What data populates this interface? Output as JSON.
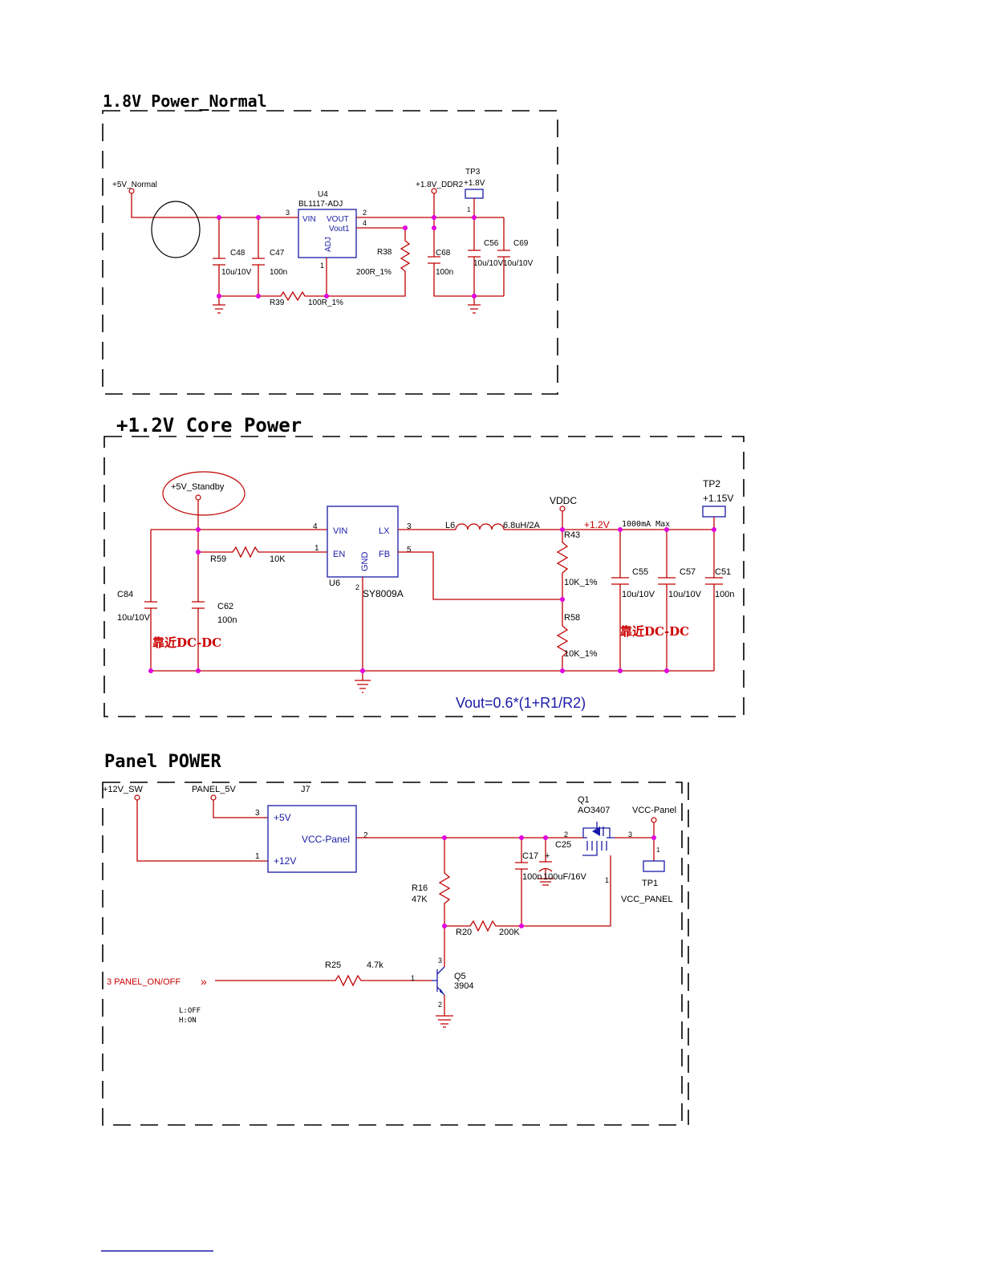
{
  "section1": {
    "title": "1.8V Power_Normal",
    "labels": {
      "in_rail": "+5V_Normal",
      "u4_ref": "U4",
      "u4_part": "BL1117-ADJ",
      "vin": "VIN",
      "vout": "VOUT",
      "vout1": "Vout1",
      "adj": "ADJ",
      "pin3": "3",
      "pin2": "2",
      "pin4": "4",
      "pin1": "1",
      "c48": "C48",
      "c48v": "10u/10V",
      "c47": "C47",
      "c47v": "100n",
      "r38": "R38",
      "r38v": "200R_1%",
      "r39": "R39",
      "r39v": "100R_1%",
      "out_rail": "+1.8V_DDR2",
      "tp3": "TP3",
      "tp3v": "+1.8V",
      "tp3pin": "1",
      "c68": "C68",
      "c68v": "100n",
      "c56": "C56",
      "c56v": "10u/10V",
      "c69": "C69",
      "c69v": "10u/10V"
    }
  },
  "section2": {
    "title": "+1.2V Core Power",
    "labels": {
      "in_rail": "+5V_Standby",
      "u6_ref": "U6",
      "u6_part": "SY8009A",
      "vin": "VIN",
      "lx": "LX",
      "en": "EN",
      "fb": "FB",
      "gnd": "GND",
      "pin4": "4",
      "pin3": "3",
      "pin1": "1",
      "pin5": "5",
      "pin2": "2",
      "r59": "R59",
      "r59v": "10K",
      "c84": "C84",
      "c84v": "10u/10V",
      "c62": "C62",
      "c62v": "100n",
      "note_left": "靠近DC-DC",
      "l6": "L6",
      "l6v": "6.8uH/2A",
      "vddc": "VDDC",
      "rail": "+1.2V",
      "max": "1000mA Max",
      "r43": "R43",
      "r43v": "10K_1%",
      "r58": "R58",
      "r58v": "10K_1%",
      "tp2": "TP2",
      "tp2v": "+1.15V",
      "c55": "C55",
      "c55v": "10u/10V",
      "c57": "C57",
      "c57v": "10u/10V",
      "c51": "C51",
      "c51v": "100n",
      "note_right": "靠近DC-DC",
      "formula": "Vout=0.6*(1+R1/R2)"
    }
  },
  "section3": {
    "title": "Panel POWER",
    "labels": {
      "rail12": "+12V_SW",
      "rail5": "PANEL_5V",
      "j7": "J7",
      "p5v": "+5V",
      "vccp": "VCC-Panel",
      "p12v": "+12V",
      "pin3": "3",
      "pin1": "1",
      "pin2": "2",
      "q1": "Q1",
      "q1part": "AO3407",
      "q1pin2": "2",
      "q1pin3": "3",
      "q1pin1": "1",
      "vccpanel_net": "VCC-Panel",
      "c25": "C25",
      "c17": "C17",
      "c17v": "100n",
      "c25v": "100uF/16V",
      "plus": "+",
      "tp1": "TP1",
      "tp1v": "VCC_PANEL",
      "tp1pin": "1",
      "r16": "R16",
      "r16v": "47K",
      "r20": "R20",
      "r20v": "200K",
      "r25": "R25",
      "r25v": "4.7k",
      "q5": "Q5",
      "q5part": "3904",
      "q5pin1": "1",
      "q5pin3": "3",
      "q5pin2": "2",
      "onoff": "3 PANEL_ON/OFF",
      "l_off": "L:OFF",
      "h_on": "H:ON"
    }
  }
}
